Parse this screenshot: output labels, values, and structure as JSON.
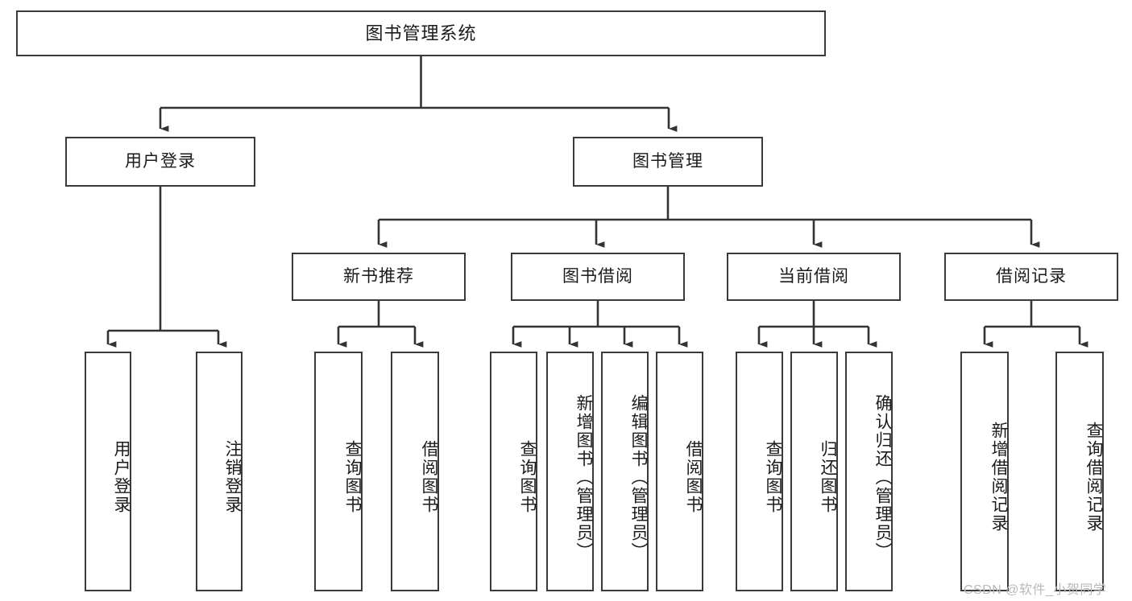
{
  "diagram": {
    "type": "tree-hierarchy",
    "title": "图书管理系统",
    "watermark": "CSDN @软件_小贺同学",
    "colors": {
      "stroke": "#3a3a3a",
      "fill": "#ffffff",
      "text": "#1b1b1b",
      "watermark": "#b9b9b9"
    },
    "nodes": {
      "root": {
        "label": "图书管理系统"
      },
      "level2": [
        {
          "id": "user-login",
          "label": "用户登录"
        },
        {
          "id": "book-manage",
          "label": "图书管理"
        }
      ],
      "level3": [
        {
          "id": "new-book-recommend",
          "label": "新书推荐"
        },
        {
          "id": "book-borrow",
          "label": "图书借阅"
        },
        {
          "id": "current-borrow",
          "label": "当前借阅"
        },
        {
          "id": "borrow-record",
          "label": "借阅记录"
        }
      ],
      "leaves": {
        "user-login": [
          {
            "id": "leaf-user-login",
            "label": "用户登录"
          },
          {
            "id": "leaf-user-logout",
            "label": "注销登录"
          }
        ],
        "new-book-recommend": [
          {
            "id": "leaf-query-book-1",
            "label": "查询图书"
          },
          {
            "id": "leaf-borrow-book-1",
            "label": "借阅图书"
          }
        ],
        "book-borrow": [
          {
            "id": "leaf-query-book-2",
            "label": "查询图书"
          },
          {
            "id": "leaf-add-book",
            "label": "新增图书（管理员）"
          },
          {
            "id": "leaf-edit-book",
            "label": "编辑图书（管理员）"
          },
          {
            "id": "leaf-borrow-book-2",
            "label": "借阅图书"
          }
        ],
        "current-borrow": [
          {
            "id": "leaf-query-book-3",
            "label": "查询图书"
          },
          {
            "id": "leaf-return-book",
            "label": "归还图书"
          },
          {
            "id": "leaf-confirm-return",
            "label": "确认归还（管理员）"
          }
        ],
        "borrow-record": [
          {
            "id": "leaf-add-record",
            "label": "新增借阅记录"
          },
          {
            "id": "leaf-query-record",
            "label": "查询借阅记录"
          }
        ]
      }
    }
  }
}
